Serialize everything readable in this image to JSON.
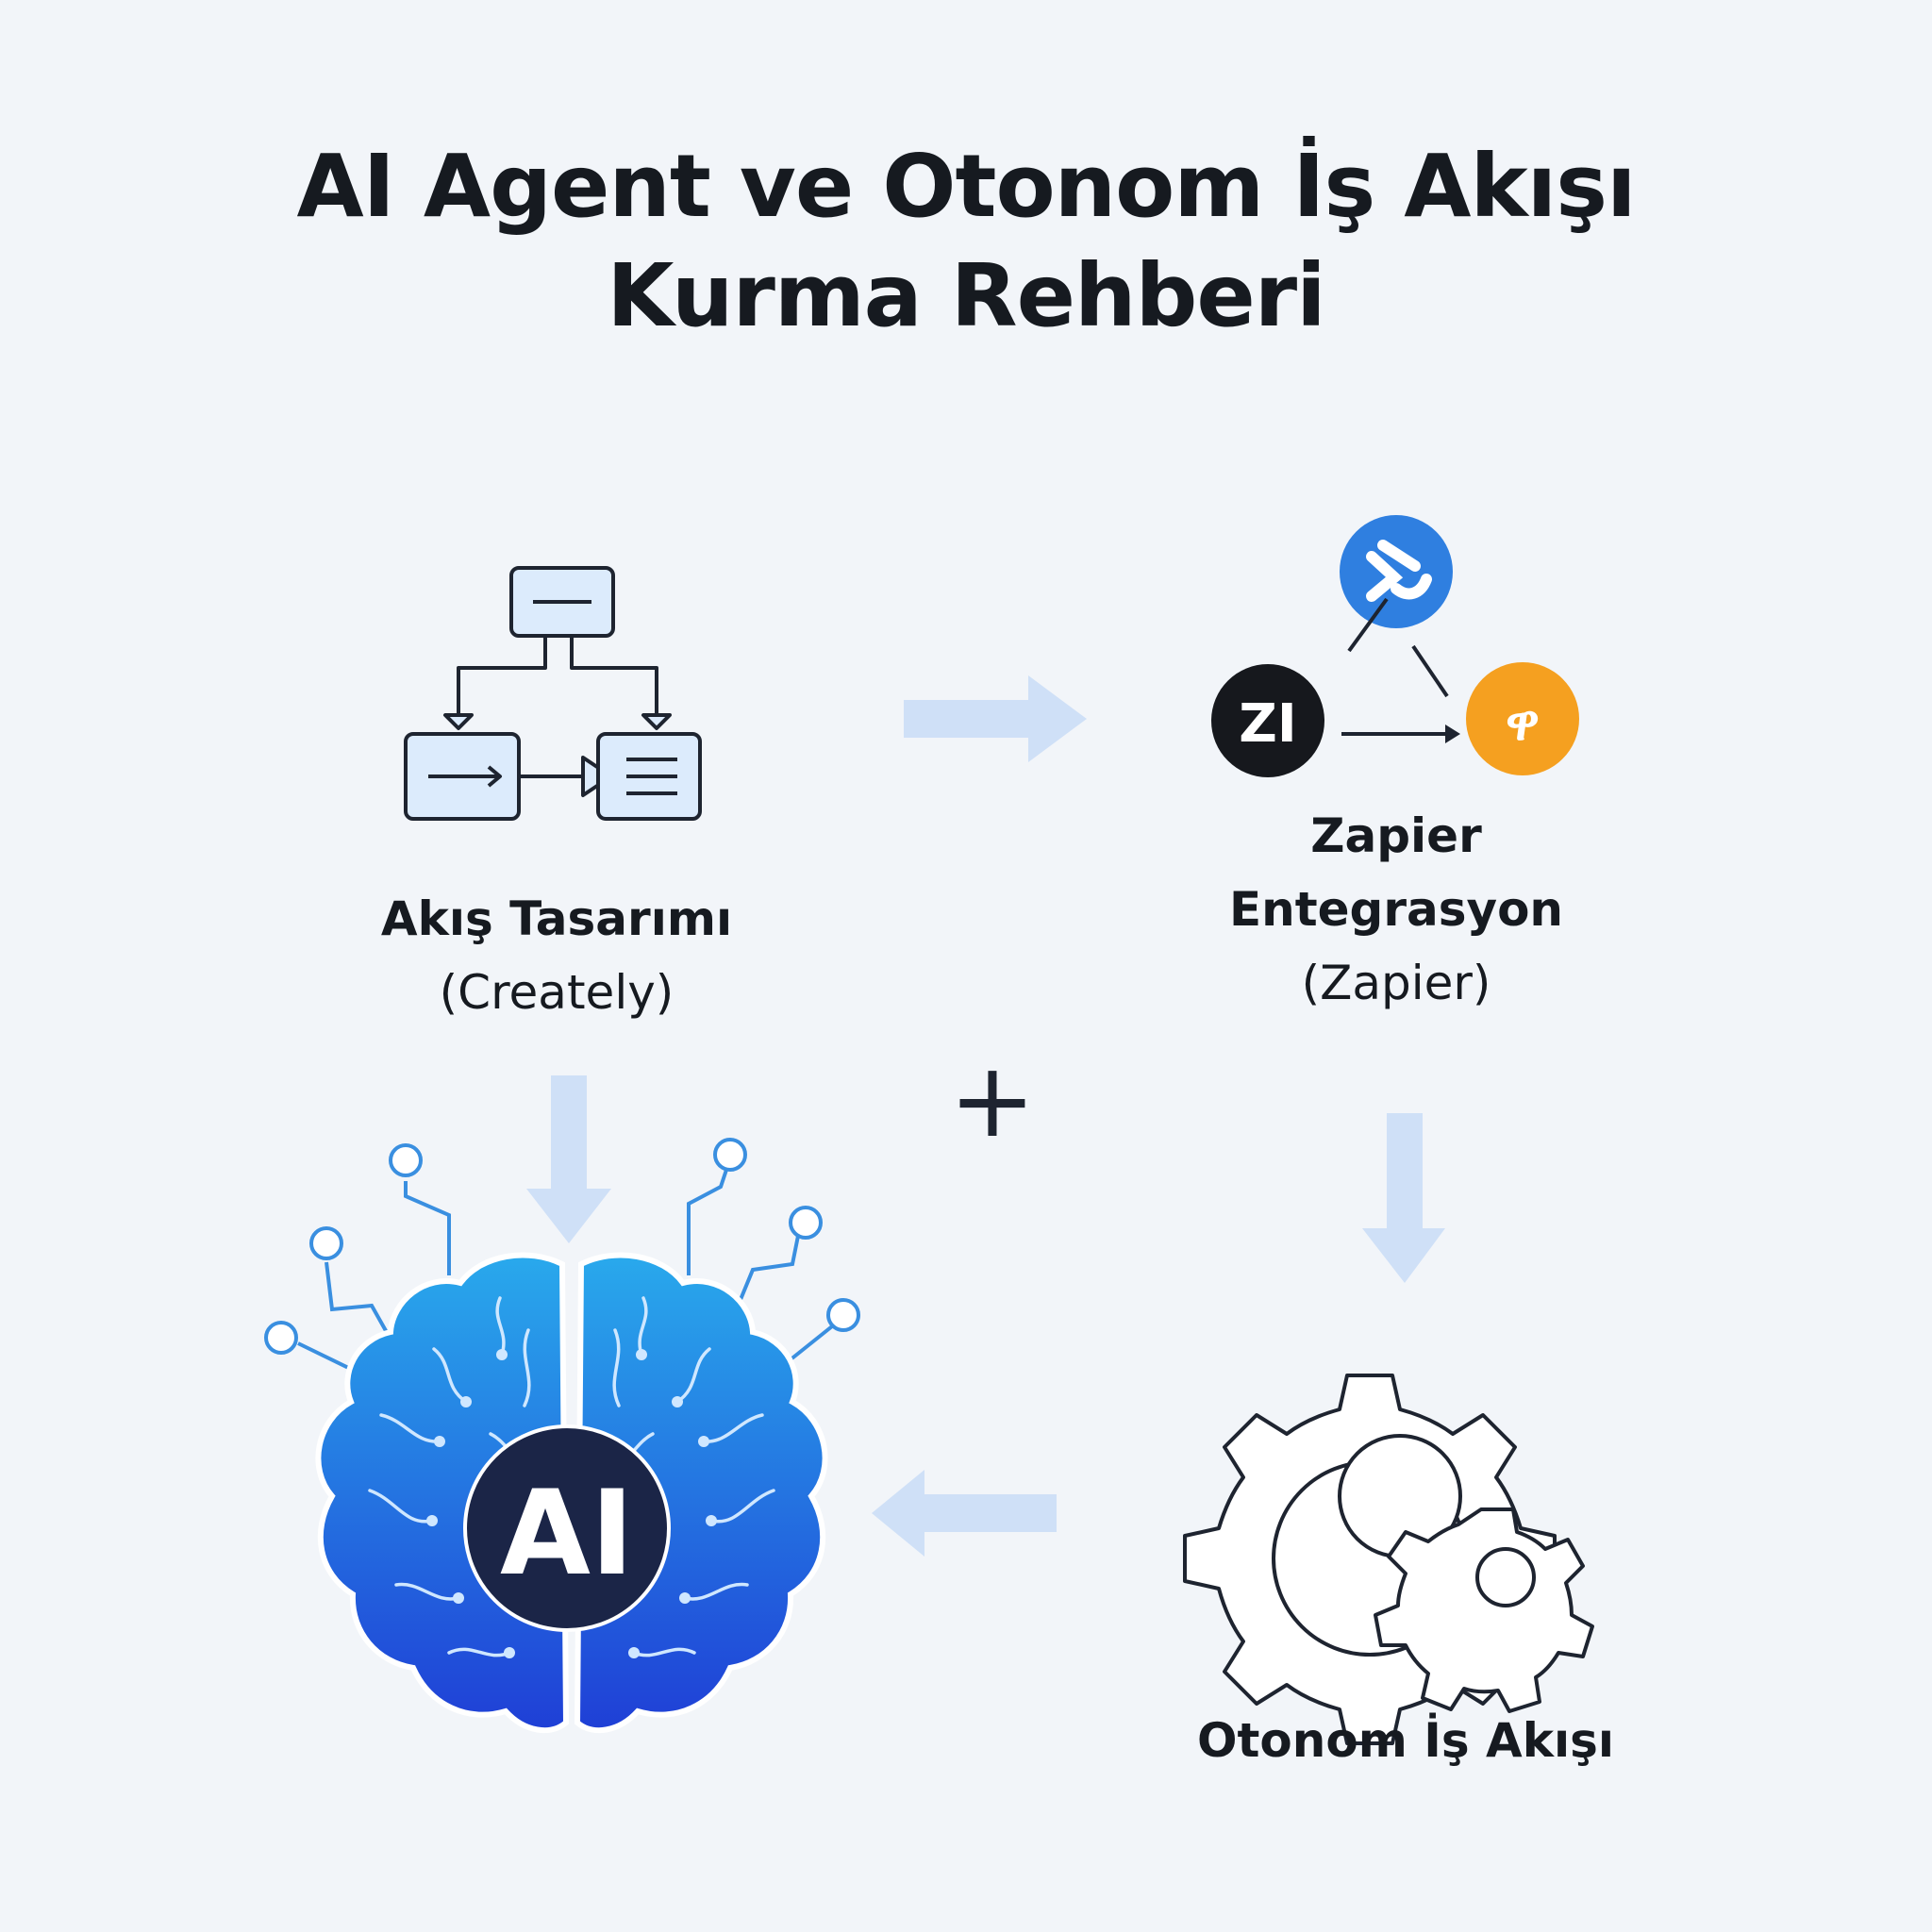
{
  "title": {
    "line1": "AI Agent ve Otonom İş Akışı",
    "line2": "Kurma Rehberi"
  },
  "nodes": {
    "flow_design": {
      "label": "Akış Tasarımı",
      "sub": "(Creately)"
    },
    "zapier": {
      "label_line1": "Zapier",
      "label_line2": "Entegrasyon",
      "sub": "(Zapier)"
    },
    "autonomous": {
      "label": "Otonom İş Akışı"
    },
    "ai_brain": {
      "badge": "AI"
    }
  },
  "logos": {
    "left": "ZI",
    "right": "ዋ",
    "top": ""
  },
  "plus": "+",
  "colors": {
    "background": "#f2f5f9",
    "arrow": "#cfe0f7",
    "brain_top": "#29a9ec",
    "brain_bottom": "#1f3fd6",
    "logo_blue": "#2f7fe0",
    "logo_black": "#16181d",
    "logo_orange": "#f5a020"
  }
}
